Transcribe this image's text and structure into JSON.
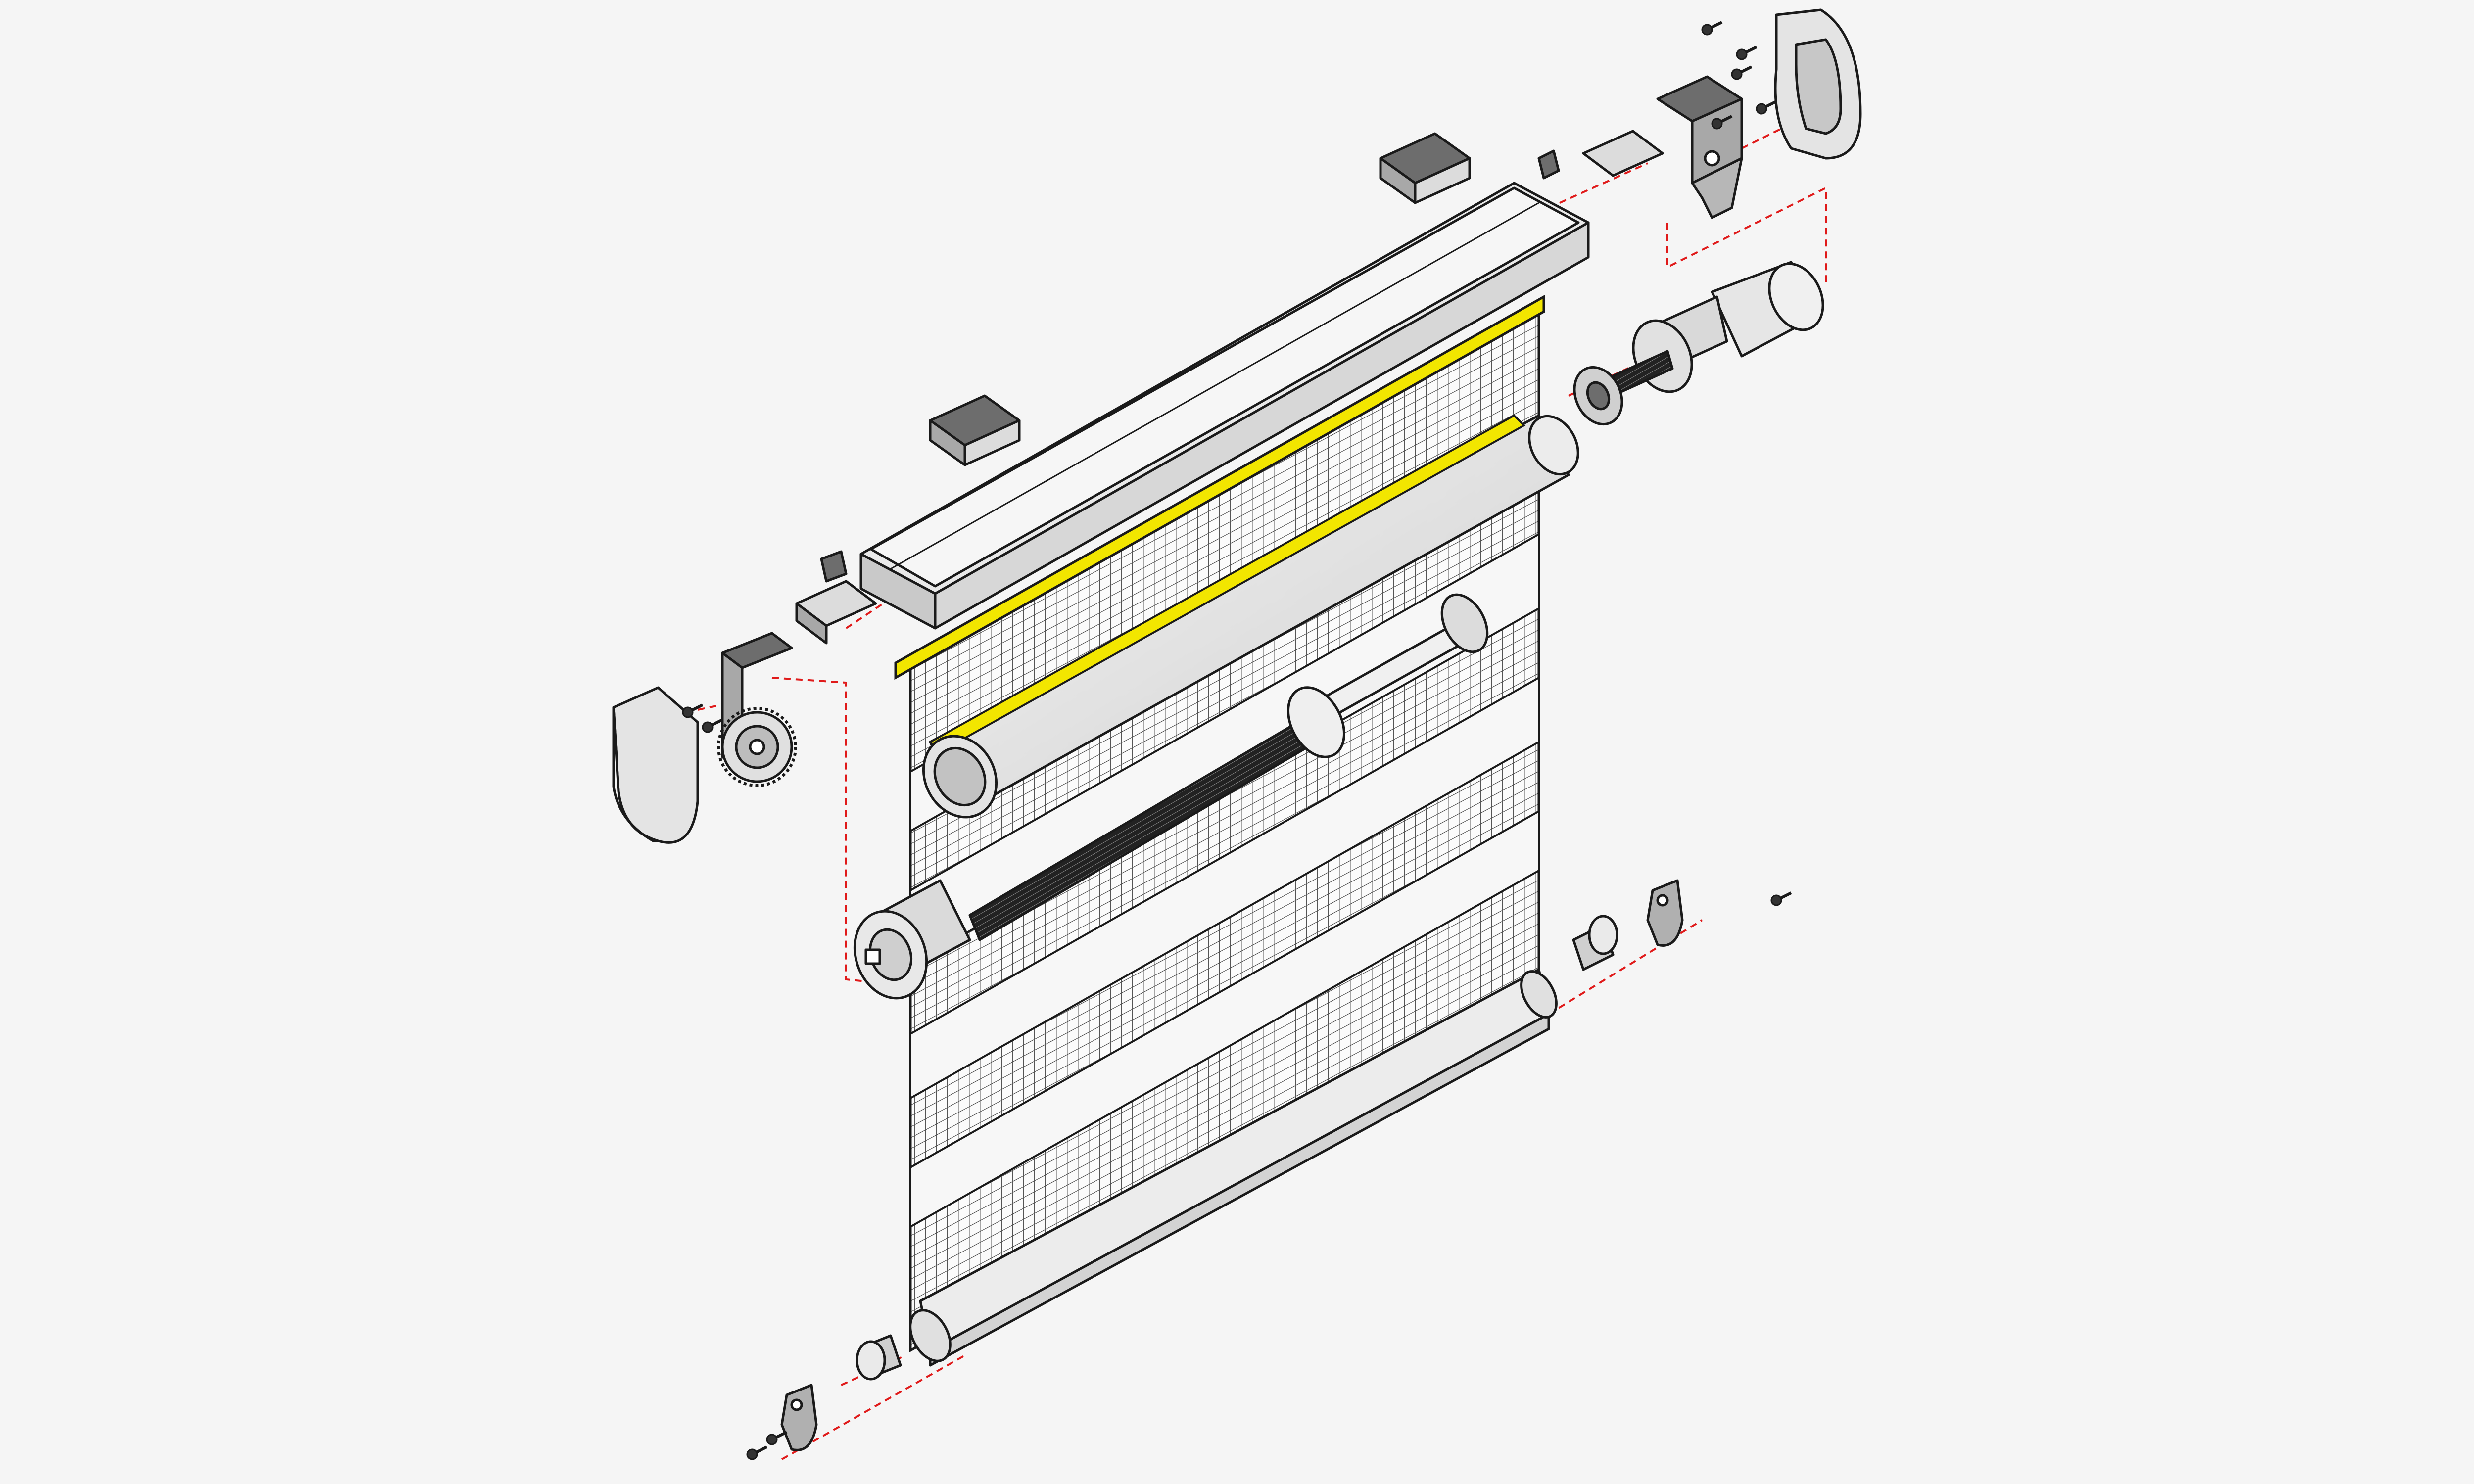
{
  "colors": {
    "background": "#f5f5f5",
    "outline": "#1a1a1a",
    "guide": "#e01a1a",
    "accent_strip": "#f2e600",
    "metal_dark": "#6d6d6d",
    "metal_mid": "#a8a8a8",
    "metal_light": "#dcdcdc"
  },
  "parts": [
    "headrail",
    "mounting-clip",
    "end-bracket",
    "end-cap",
    "roller-tube",
    "spring-drum",
    "idler-plug",
    "fabric-panel",
    "adhesive-strip",
    "bottom-rail",
    "bottom-end-cap",
    "bottom-bracket",
    "screw"
  ]
}
